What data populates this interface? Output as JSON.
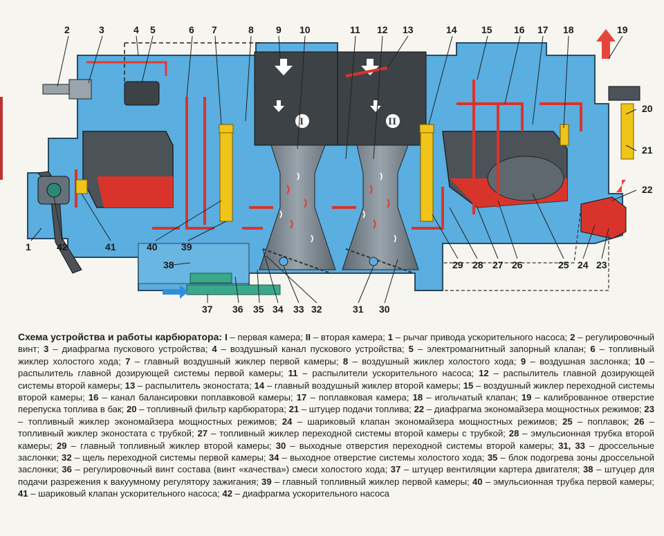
{
  "figure": {
    "callouts": [
      "1",
      "2",
      "3",
      "4",
      "5",
      "6",
      "7",
      "8",
      "9",
      "10",
      "11",
      "12",
      "13",
      "14",
      "15",
      "16",
      "17",
      "18",
      "19",
      "20",
      "21",
      "22",
      "23",
      "24",
      "25",
      "26",
      "27",
      "28",
      "29",
      "30",
      "31",
      "32",
      "33",
      "34",
      "35",
      "36",
      "37",
      "38",
      "39",
      "40",
      "41",
      "42"
    ],
    "chambers": [
      "I",
      "II"
    ]
  },
  "caption": {
    "title": "Схема устройства и работы карбюратора:",
    "intro": [
      {
        "k": "I",
        "v": "первая камера"
      },
      {
        "k": "II",
        "v": "вторая камера"
      }
    ],
    "items": [
      {
        "k": "1",
        "v": "рычаг привода ускорительного насоса"
      },
      {
        "k": "2",
        "v": "регулировочный винт"
      },
      {
        "k": "3",
        "v": "диафрагма пускового устройства"
      },
      {
        "k": "4",
        "v": "воздушный канал пускового устройства"
      },
      {
        "k": "5",
        "v": "электромагнитный запорный клапан"
      },
      {
        "k": "6",
        "v": "топливный жиклер холостого хода"
      },
      {
        "k": "7",
        "v": "главный воздушный жиклер первой камеры"
      },
      {
        "k": "8",
        "v": "воздушный жиклер холостого хода"
      },
      {
        "k": "9",
        "v": "воздушная заслонка"
      },
      {
        "k": "10",
        "v": "распылитель главной дозирующей системы первой камеры"
      },
      {
        "k": "11",
        "v": "распылители ускорительного насоса"
      },
      {
        "k": "12",
        "v": "распылитель главной дозирующей системы второй камеры"
      },
      {
        "k": "13",
        "v": "распылитель эконостата"
      },
      {
        "k": "14",
        "v": "главный воздушный жиклер второй камеры"
      },
      {
        "k": "15",
        "v": "воздушный жиклер переходной системы второй камеры"
      },
      {
        "k": "16",
        "v": "канал балансировки поплавковой камеры"
      },
      {
        "k": "17",
        "v": "поплавковая камера"
      },
      {
        "k": "18",
        "v": "игольчатый клапан"
      },
      {
        "k": "19",
        "v": "калиброванное отверстие перепуска топлива в бак"
      },
      {
        "k": "20",
        "v": "топливный фильтр карбюратора"
      },
      {
        "k": "21",
        "v": "штуцер подачи топлива"
      },
      {
        "k": "22",
        "v": "диафрагма экономайзера мощностных режимов"
      },
      {
        "k": "23",
        "v": "топливный жиклер экономайзера мощностных режимов"
      },
      {
        "k": "24",
        "v": "шариковый клапан экономайзера мощностных режимов"
      },
      {
        "k": "25",
        "v": "поплавок"
      },
      {
        "k": "26",
        "v": "топливный жиклер эконостата с трубкой"
      },
      {
        "k": "27",
        "v": "топливный жиклер переходной системы второй камеры с трубкой"
      },
      {
        "k": "28",
        "v": "эмульсионная трубка второй камеры"
      },
      {
        "k": "29",
        "v": "главный топливный жиклер второй камеры"
      },
      {
        "k": "30",
        "v": "выходные отверстия переходной системы второй камеры"
      },
      {
        "k": "31, 33",
        "v": "дроссельные заслонки"
      },
      {
        "k": "32",
        "v": "щель переходной системы первой камеры"
      },
      {
        "k": "34",
        "v": "выходное отверстие системы холостого хода"
      },
      {
        "k": "35",
        "v": "блок подогрева зоны дроссельной заслонки"
      },
      {
        "k": "36",
        "v": "регулировочный винт состава (винт «качества») смеси холостого хода"
      },
      {
        "k": "37",
        "v": "штуцер вентиляции картера двигателя"
      },
      {
        "k": "38",
        "v": "штуцер для подачи разрежения к вакуумному регулятору зажигания"
      },
      {
        "k": "39",
        "v": "главный топливный жиклер первой камеры"
      },
      {
        "k": "40",
        "v": "эмульсионная трубка первой камеры"
      },
      {
        "k": "41",
        "v": "шариковый клапан ускорительного насоса"
      },
      {
        "k": "42",
        "v": "диафрагма ускорительного насоса"
      }
    ]
  },
  "colors": {
    "air": "#5aaee0",
    "fuel": "#e23a2e",
    "body": "#9aa4ad",
    "mixture": "#7f8a93",
    "yellow": "#f0c419",
    "dark": "#3d4247",
    "arrow_blue": "#2f8fd8",
    "arrow_red": "#e8453a"
  }
}
